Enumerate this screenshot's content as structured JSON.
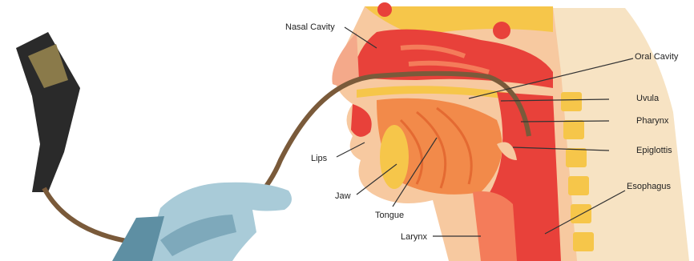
{
  "diagram": {
    "labels": {
      "nasal_cavity": "Nasal Cavity",
      "oral_cavity": "Oral Cavity",
      "uvula": "Uvula",
      "pharynx": "Pharynx",
      "epiglottis": "Epiglottis",
      "esophagus": "Esophagus",
      "lips": "Lips",
      "jaw": "Jaw",
      "tongue": "Tongue",
      "larynx": "Larynx"
    },
    "colors": {
      "skin": "#f7e3c3",
      "tissue": "#e8413a",
      "tissue_light": "#f47c5a",
      "fat": "#f6c64a",
      "tongue": "#f28a4a",
      "glove": "#a9cbd8",
      "glove_shade": "#7ea9bb",
      "cable": "#7a5a3a",
      "scope_body": "#2a2a2a",
      "leader": "#333333"
    }
  }
}
